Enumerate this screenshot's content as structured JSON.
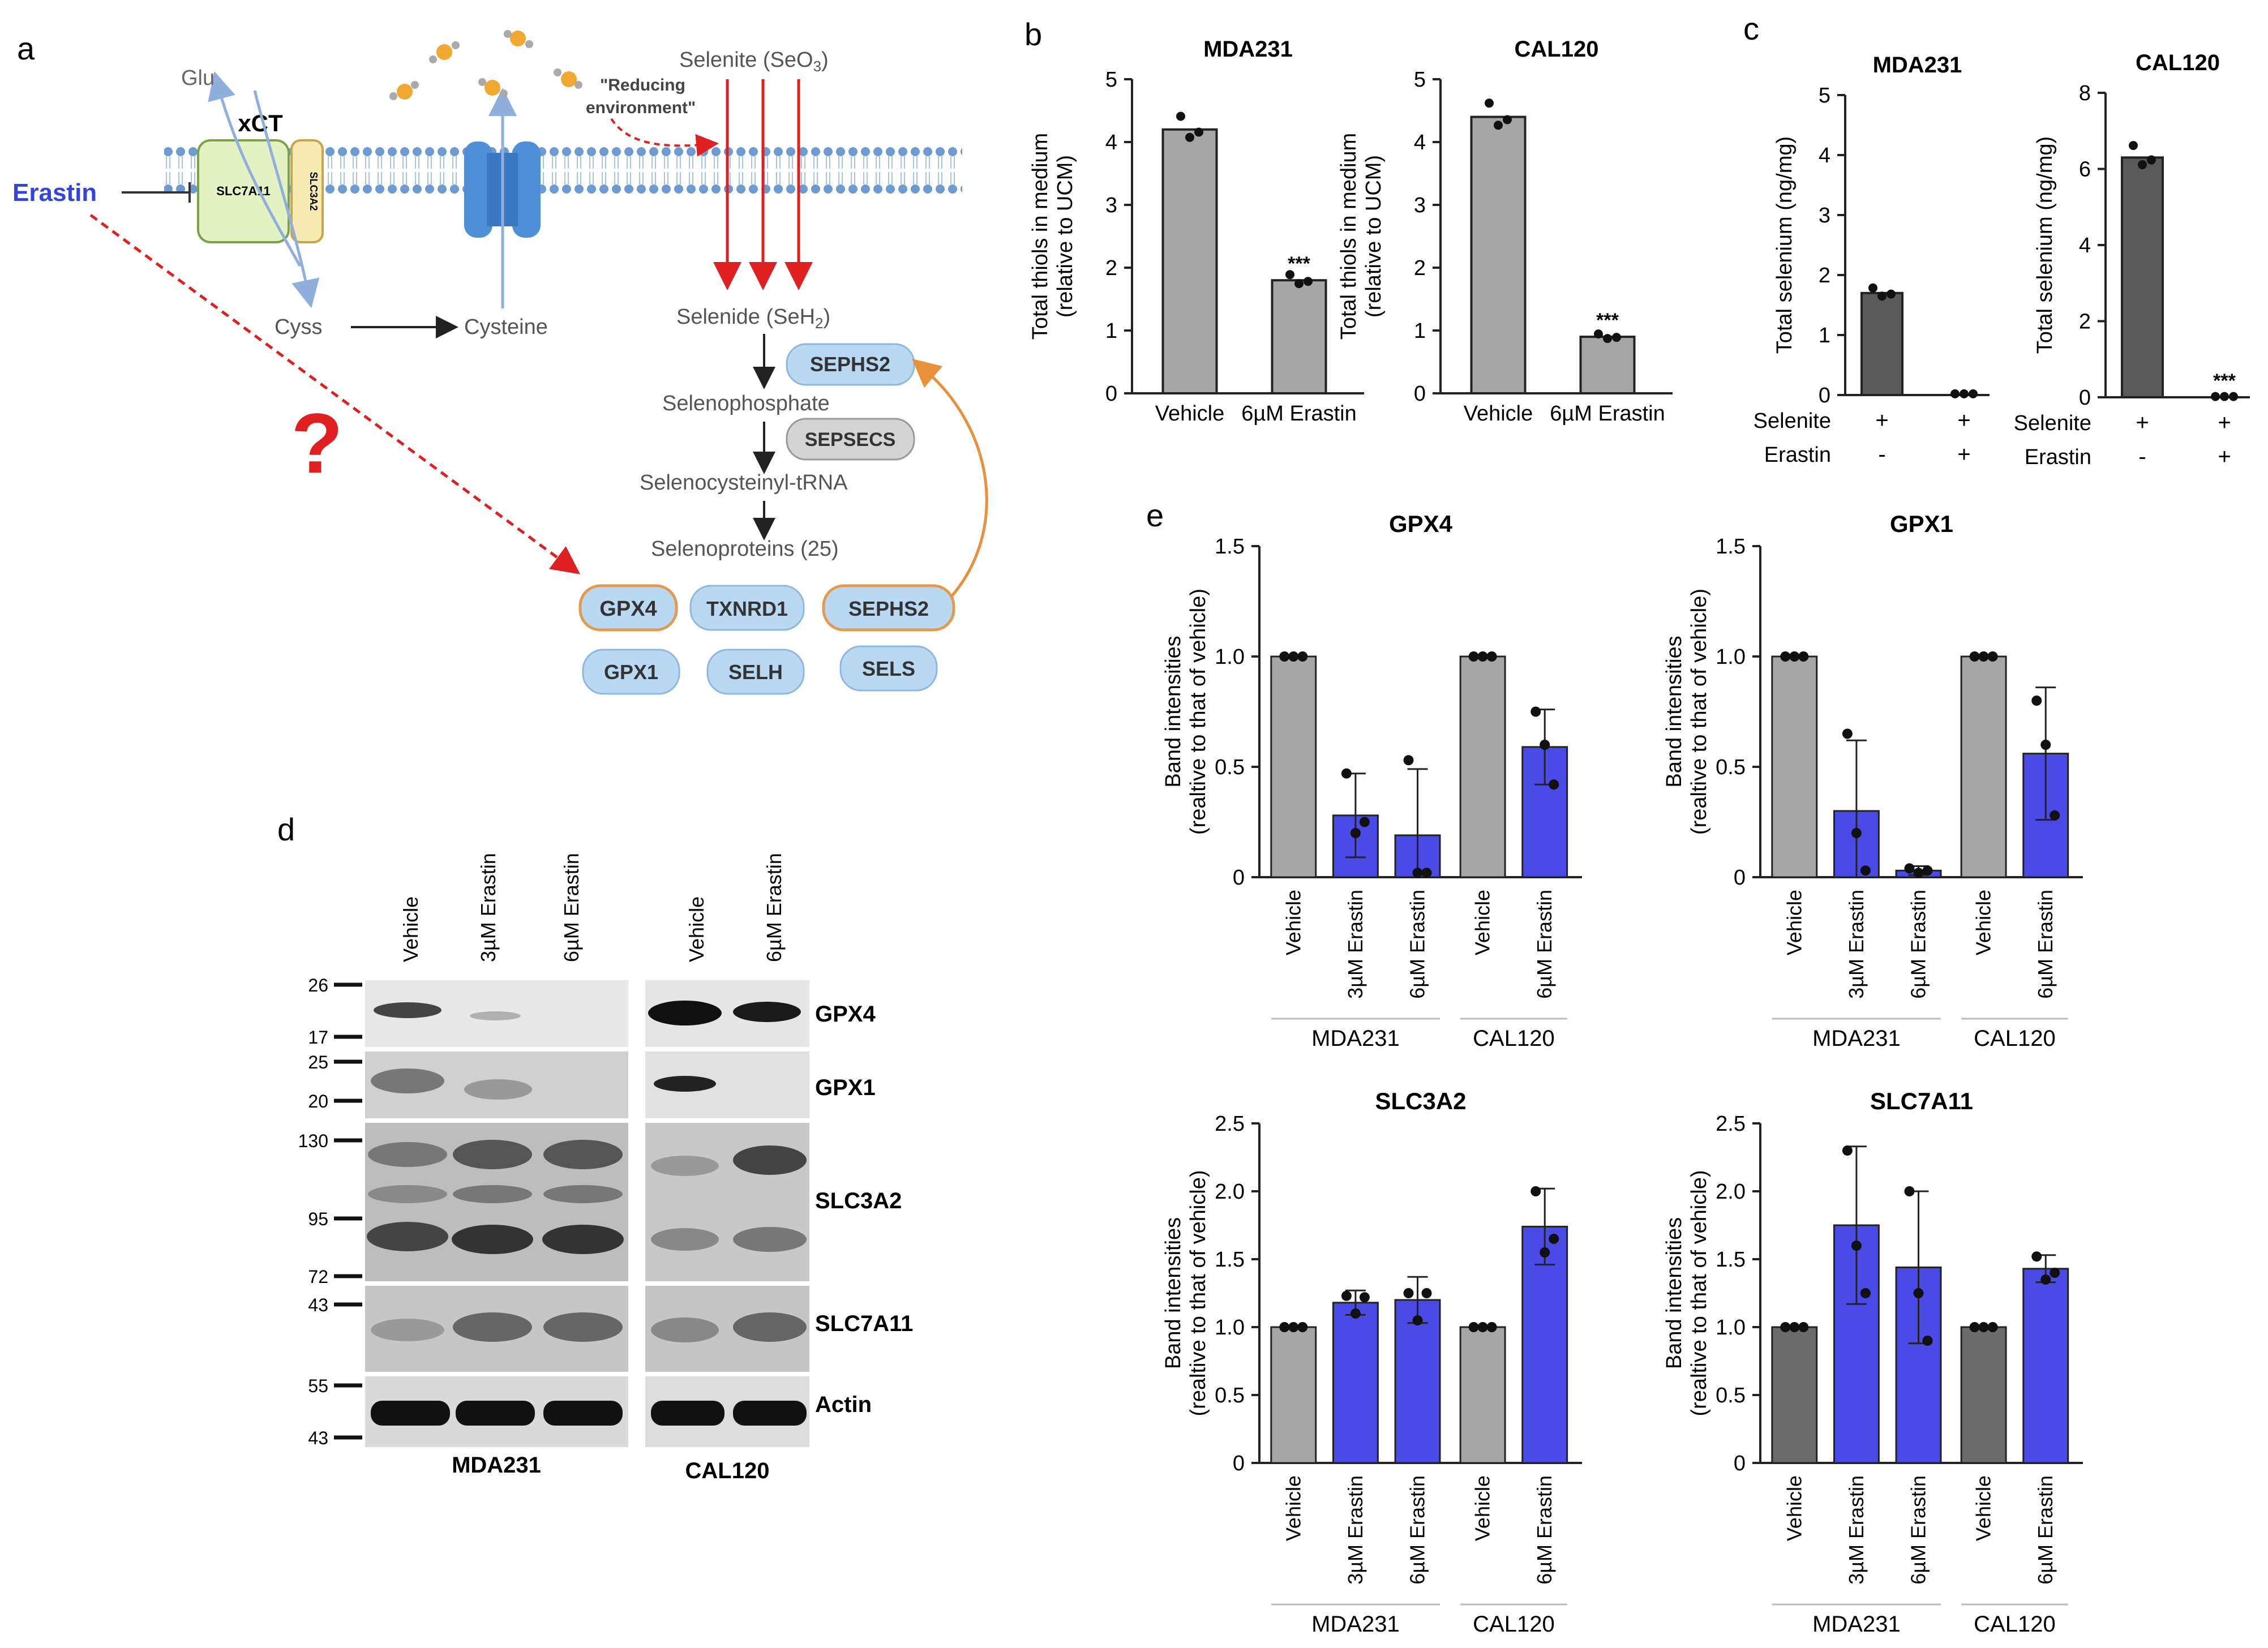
{
  "panel_letters": {
    "a": "a",
    "b": "b",
    "c": "c",
    "d": "d",
    "e": "e"
  },
  "panel_a": {
    "erastin": "Erastin",
    "glu": "Glu",
    "xct": "xCT",
    "slc7a11": "SLC7A11",
    "slc3a2": "SLC3A2",
    "cyss": "Cyss",
    "cysteine": "Cysteine",
    "selenite": "Selenite (SeO",
    "selenite_sub": "3",
    "selenite_close": ")",
    "reducing_1": "\"Reducing",
    "reducing_2": "environment\"",
    "selenide": "Selenide (SeH",
    "selenide_sub": "2",
    "selenide_close": ")",
    "sephs2": "SEPHS2",
    "selenophosphate": "Selenophosphate",
    "sepsecs": "SEPSECS",
    "selenocysteinyl": "Selenocysteinyl-tRNA",
    "selenoproteins": "Selenoproteins (25)",
    "question": "?",
    "proteins": [
      "GPX4",
      "TXNRD1",
      "SEPHS2",
      "GPX1",
      "SELH",
      "SELS"
    ],
    "colors": {
      "pill_fill": "#b9d8f2",
      "pill_stroke": "#e39a4d",
      "erastin": "#3344dd",
      "arrow_red": "#e02020",
      "question": "#e02020",
      "membrane": "#5b8fc9",
      "gray_pill": "#d4d4d4",
      "orange_arrow": "#e8913a"
    }
  },
  "panel_b": [
    {
      "title": "MDA231",
      "ylabel1": "Total thiols in medium",
      "ylabel2": "(relative to UCM)",
      "ylim": [
        0,
        5
      ],
      "yticks": [
        "0",
        "1",
        "2",
        "3",
        "4",
        "5"
      ],
      "categories": [
        "Vehicle",
        "6µM Erastin"
      ],
      "values": [
        4.2,
        1.8
      ],
      "significance": [
        "",
        "***"
      ]
    },
    {
      "title": "CAL120",
      "ylabel1": "Total thiols in medium",
      "ylabel2": "(relative to UCM)",
      "ylim": [
        0,
        5
      ],
      "yticks": [
        "0",
        "1",
        "2",
        "3",
        "4",
        "5"
      ],
      "categories": [
        "Vehicle",
        "6µM Erastin"
      ],
      "values": [
        4.4,
        0.9
      ],
      "significance": [
        "",
        "***"
      ]
    }
  ],
  "panel_c": [
    {
      "title": "MDA231",
      "ylabel": "Total selenium (ng/mg)",
      "ylim": [
        0,
        5
      ],
      "yticks": [
        "0",
        "1",
        "2",
        "3",
        "4",
        "5"
      ],
      "values": [
        1.7,
        0.0
      ],
      "selenite": [
        "+",
        "+"
      ],
      "erastin": [
        "-",
        "+"
      ],
      "significance": [
        "",
        ""
      ]
    },
    {
      "title": "CAL120",
      "ylabel": "Total selenium (ng/mg)",
      "ylim": [
        0,
        8
      ],
      "yticks": [
        "0",
        "2",
        "4",
        "6",
        "8"
      ],
      "values": [
        6.3,
        0.0
      ],
      "selenite": [
        "+",
        "+"
      ],
      "erastin": [
        "-",
        "+"
      ],
      "significance": [
        "",
        "***"
      ]
    }
  ],
  "panel_c_row_labels": {
    "selenite": "Selenite",
    "erastin": "Erastin"
  },
  "panel_d": {
    "lanes": [
      "Vehicle",
      "3µM Erastin",
      "6µM Erastin",
      "Vehicle",
      "6µM Erastin"
    ],
    "cell_lines": [
      "MDA231",
      "CAL120"
    ],
    "proteins": [
      "GPX4",
      "GPX1",
      "SLC3A2",
      "SLC7A11",
      "Actin"
    ],
    "markers": [
      "26",
      "17",
      "25",
      "20",
      "130",
      "95",
      "72",
      "43",
      "55",
      "43"
    ]
  },
  "chart_data": [
    {
      "type": "bar",
      "title": "MDA231",
      "ylabel": "Total thiols in medium (relative to UCM)",
      "categories": [
        "Vehicle",
        "6µM Erastin"
      ],
      "values": [
        4.2,
        1.8
      ],
      "ylim": [
        0,
        5
      ]
    },
    {
      "type": "bar",
      "title": "CAL120",
      "ylabel": "Total thiols in medium (relative to UCM)",
      "categories": [
        "Vehicle",
        "6µM Erastin"
      ],
      "values": [
        4.4,
        0.9
      ],
      "ylim": [
        0,
        5
      ]
    },
    {
      "type": "bar",
      "title": "MDA231",
      "ylabel": "Total selenium (ng/mg)",
      "categories": [
        "Selenite + / Erastin -",
        "Selenite + / Erastin +"
      ],
      "values": [
        1.7,
        0.0
      ],
      "ylim": [
        0,
        5
      ]
    },
    {
      "type": "bar",
      "title": "CAL120",
      "ylabel": "Total selenium (ng/mg)",
      "categories": [
        "Selenite + / Erastin -",
        "Selenite + / Erastin +"
      ],
      "values": [
        6.3,
        0.0
      ],
      "ylim": [
        0,
        8
      ]
    },
    {
      "type": "bar",
      "title": "GPX4",
      "ylabel": "Band intensities (realtive to that of vehicle)",
      "categories": [
        "Vehicle",
        "3µM Erastin",
        "6µM Erastin",
        "Vehicle",
        "6µM Erastin"
      ],
      "groups": [
        "MDA231",
        "CAL120"
      ],
      "values": [
        1.0,
        0.28,
        0.19,
        1.0,
        0.59
      ],
      "ylim": [
        0,
        1.5
      ]
    },
    {
      "type": "bar",
      "title": "GPX1",
      "ylabel": "Band intensities (realtive to that of vehicle)",
      "categories": [
        "Vehicle",
        "3µM Erastin",
        "6µM Erastin",
        "Vehicle",
        "6µM Erastin"
      ],
      "groups": [
        "MDA231",
        "CAL120"
      ],
      "values": [
        1.0,
        0.3,
        0.03,
        1.0,
        0.56
      ],
      "ylim": [
        0,
        1.5
      ]
    },
    {
      "type": "bar",
      "title": "SLC3A2",
      "ylabel": "Band intensities (realtive to that of vehicle)",
      "categories": [
        "Vehicle",
        "3µM Erastin",
        "6µM Erastin",
        "Vehicle",
        "6µM Erastin"
      ],
      "groups": [
        "MDA231",
        "CAL120"
      ],
      "values": [
        1.0,
        1.18,
        1.2,
        1.0,
        1.74
      ],
      "ylim": [
        0,
        2.5
      ]
    },
    {
      "type": "bar",
      "title": "SLC7A11",
      "ylabel": "Band intensities (realtive to that of vehicle)",
      "categories": [
        "Vehicle",
        "3µM Erastin",
        "6µM Erastin",
        "Vehicle",
        "6µM Erastin"
      ],
      "groups": [
        "MDA231",
        "CAL120"
      ],
      "values": [
        1.0,
        1.75,
        1.44,
        1.0,
        1.43
      ],
      "ylim": [
        0,
        2.5
      ]
    }
  ],
  "panel_e": [
    {
      "title": "GPX4",
      "ylabel1": "Band intensities",
      "ylabel2": "(realtive to that of vehicle)",
      "yticks": [
        "0",
        "0.5",
        "1.0",
        "1.5"
      ],
      "ylim": [
        0,
        1.5
      ],
      "values": [
        1.0,
        0.28,
        0.19,
        1.0,
        0.59
      ],
      "errors": [
        0,
        0.19,
        0.3,
        0,
        0.17
      ],
      "points": [
        [
          1,
          1,
          1
        ],
        [
          0.47,
          0.2,
          0.25
        ],
        [
          0.53,
          0.02,
          0.02
        ],
        [
          1,
          1,
          1
        ],
        [
          0.75,
          0.6,
          0.42
        ]
      ],
      "categories": [
        "Vehicle",
        "3µM Erastin",
        "6µM Erastin",
        "Vehicle",
        "6µM Erastin"
      ],
      "groups": [
        "MDA231",
        "CAL120"
      ],
      "bar_colors": [
        "#a6a6a6",
        "#4a4ae6",
        "#4a4ae6",
        "#a6a6a6",
        "#4a4ae6"
      ]
    },
    {
      "title": "GPX1",
      "ylabel1": "Band intensities",
      "ylabel2": "(realtive to that of vehicle)",
      "yticks": [
        "0",
        "0.5",
        "1.0",
        "1.5"
      ],
      "ylim": [
        0,
        1.5
      ],
      "values": [
        1.0,
        0.3,
        0.03,
        1.0,
        0.56
      ],
      "errors": [
        0,
        0.32,
        0.02,
        0,
        0.3
      ],
      "points": [
        [
          1,
          1,
          1
        ],
        [
          0.65,
          0.2,
          0.03
        ],
        [
          0.04,
          0.02,
          0.03
        ],
        [
          1,
          1,
          1
        ],
        [
          0.8,
          0.6,
          0.28
        ]
      ],
      "categories": [
        "Vehicle",
        "3µM Erastin",
        "6µM Erastin",
        "Vehicle",
        "6µM Erastin"
      ],
      "groups": [
        "MDA231",
        "CAL120"
      ],
      "bar_colors": [
        "#a6a6a6",
        "#4a4ae6",
        "#4a4ae6",
        "#a6a6a6",
        "#4a4ae6"
      ]
    },
    {
      "title": "SLC3A2",
      "ylabel1": "Band intensities",
      "ylabel2": "(realtive to that of vehicle)",
      "yticks": [
        "0",
        "0.5",
        "1.0",
        "1.5",
        "2.0",
        "2.5"
      ],
      "ylim": [
        0,
        2.5
      ],
      "values": [
        1.0,
        1.18,
        1.2,
        1.0,
        1.74
      ],
      "errors": [
        0,
        0.09,
        0.17,
        0,
        0.28
      ],
      "points": [
        [
          1,
          1,
          1
        ],
        [
          1.23,
          1.1,
          1.22
        ],
        [
          1.25,
          1.05,
          1.25
        ],
        [
          1,
          1,
          1
        ],
        [
          2.0,
          1.55,
          1.65
        ]
      ],
      "categories": [
        "Vehicle",
        "3µM Erastin",
        "6µM Erastin",
        "Vehicle",
        "6µM Erastin"
      ],
      "groups": [
        "MDA231",
        "CAL120"
      ],
      "bar_colors": [
        "#a6a6a6",
        "#4a4ae6",
        "#4a4ae6",
        "#a6a6a6",
        "#4a4ae6"
      ]
    },
    {
      "title": "SLC7A11",
      "ylabel1": "Band intensities",
      "ylabel2": "(realtive to that of vehicle)",
      "yticks": [
        "0",
        "0.5",
        "1.0",
        "1.5",
        "2.0",
        "2.5"
      ],
      "ylim": [
        0,
        2.5
      ],
      "values": [
        1.0,
        1.75,
        1.44,
        1.0,
        1.43
      ],
      "errors": [
        0,
        0.58,
        0.56,
        0,
        0.1
      ],
      "points": [
        [
          1,
          1,
          1
        ],
        [
          2.3,
          1.6,
          1.25
        ],
        [
          2.0,
          1.25,
          0.9
        ],
        [
          1,
          1,
          1
        ],
        [
          1.52,
          1.35,
          1.4
        ]
      ],
      "categories": [
        "Vehicle",
        "3µM Erastin",
        "6µM Erastin",
        "Vehicle",
        "6µM Erastin"
      ],
      "groups": [
        "MDA231",
        "CAL120"
      ],
      "bar_colors": [
        "#6b6b6b",
        "#4a4ae6",
        "#4a4ae6",
        "#6b6b6b",
        "#4a4ae6"
      ]
    }
  ]
}
